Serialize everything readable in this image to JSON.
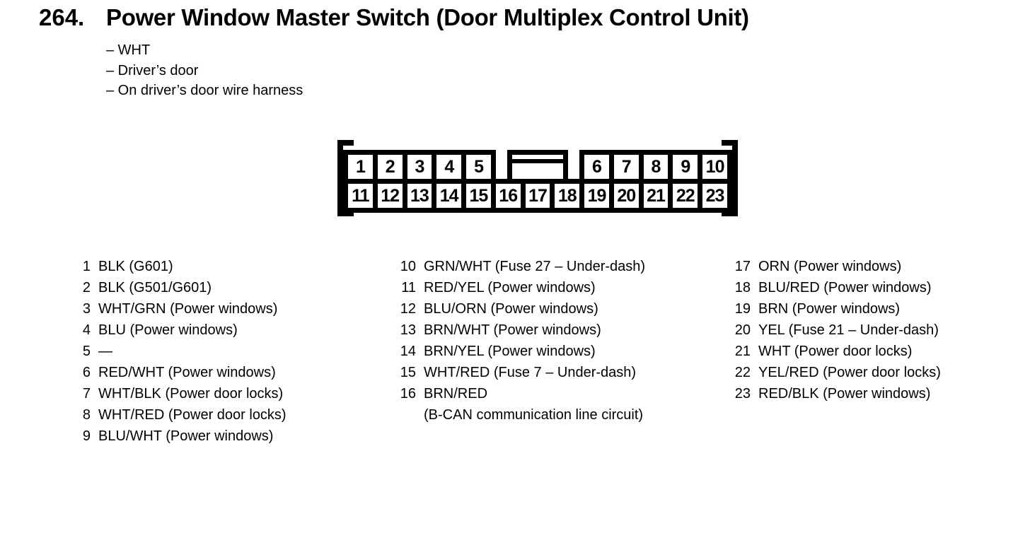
{
  "header": {
    "number": "264.",
    "title": "Power Window Master Switch (Door Multiplex Control Unit)",
    "bullets": [
      "– WHT",
      "– Driver’s door",
      "– On driver’s door wire harness"
    ]
  },
  "connector": {
    "top_left_cells": [
      "1",
      "2",
      "3",
      "4",
      "5"
    ],
    "top_right_cells": [
      "6",
      "7",
      "8",
      "9",
      "10"
    ],
    "bottom_cells": [
      "11",
      "12",
      "13",
      "14",
      "15",
      "16",
      "17",
      "18",
      "19",
      "20",
      "21",
      "22",
      "23"
    ]
  },
  "pin_columns": [
    {
      "items": [
        {
          "pin": "1",
          "label": "BLK (G601)"
        },
        {
          "pin": "2",
          "label": "BLK (G501/G601)"
        },
        {
          "pin": "3",
          "label": "WHT/GRN (Power windows)"
        },
        {
          "pin": "4",
          "label": "BLU (Power windows)"
        },
        {
          "pin": "5",
          "label": "—"
        },
        {
          "pin": "6",
          "label": "RED/WHT (Power windows)"
        },
        {
          "pin": "7",
          "label": "WHT/BLK (Power door locks)"
        },
        {
          "pin": "8",
          "label": "WHT/RED (Power door locks)"
        },
        {
          "pin": "9",
          "label": "BLU/WHT (Power windows)"
        }
      ]
    },
    {
      "items": [
        {
          "pin": "10",
          "label": "GRN/WHT (Fuse 27 – Under-dash)"
        },
        {
          "pin": "11",
          "label": "RED/YEL (Power windows)"
        },
        {
          "pin": "12",
          "label": "BLU/ORN (Power windows)"
        },
        {
          "pin": "13",
          "label": "BRN/WHT (Power windows)"
        },
        {
          "pin": "14",
          "label": "BRN/YEL (Power windows)"
        },
        {
          "pin": "15",
          "label": "WHT/RED (Fuse 7 – Under-dash)"
        },
        {
          "pin": "16",
          "label": "BRN/RED",
          "label_line2": "(B-CAN communication line circuit)"
        }
      ]
    },
    {
      "items": [
        {
          "pin": "17",
          "label": "ORN (Power windows)"
        },
        {
          "pin": "18",
          "label": "BLU/RED (Power windows)"
        },
        {
          "pin": "19",
          "label": "BRN (Power windows)"
        },
        {
          "pin": "20",
          "label": "YEL (Fuse 21 – Under-dash)"
        },
        {
          "pin": "21",
          "label": "WHT (Power door locks)"
        },
        {
          "pin": "22",
          "label": "YEL/RED (Power door locks)"
        },
        {
          "pin": "23",
          "label": "RED/BLK (Power windows)"
        }
      ]
    }
  ],
  "colors": {
    "ink": "#000000",
    "paper": "#ffffff"
  }
}
